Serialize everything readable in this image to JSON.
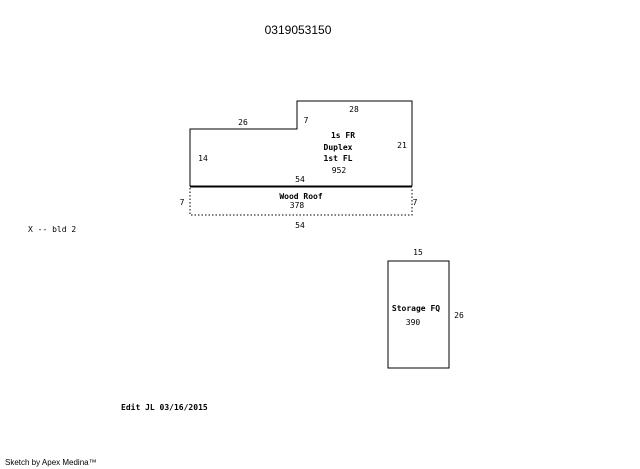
{
  "parcel_number": "0319053150",
  "main_building": {
    "dims": {
      "top_left": "26",
      "step": "7",
      "top_right": "28",
      "right": "21",
      "left": "14",
      "bottom": "54"
    },
    "label_line1": "1s FR",
    "label_line2": "Duplex",
    "label_line3": "1st FL",
    "area": "952"
  },
  "wood_roof": {
    "label": "Wood Roof",
    "area": "378",
    "left_dim": "7",
    "right_dim": "7",
    "bottom_dim": "54"
  },
  "building_note": "X -- bld 2",
  "storage": {
    "label": "Storage FQ",
    "area": "390",
    "top_dim": "15",
    "right_dim": "26"
  },
  "edit_note": "Edit JL 03/16/2015",
  "credit": "Sketch by Apex Medina™"
}
